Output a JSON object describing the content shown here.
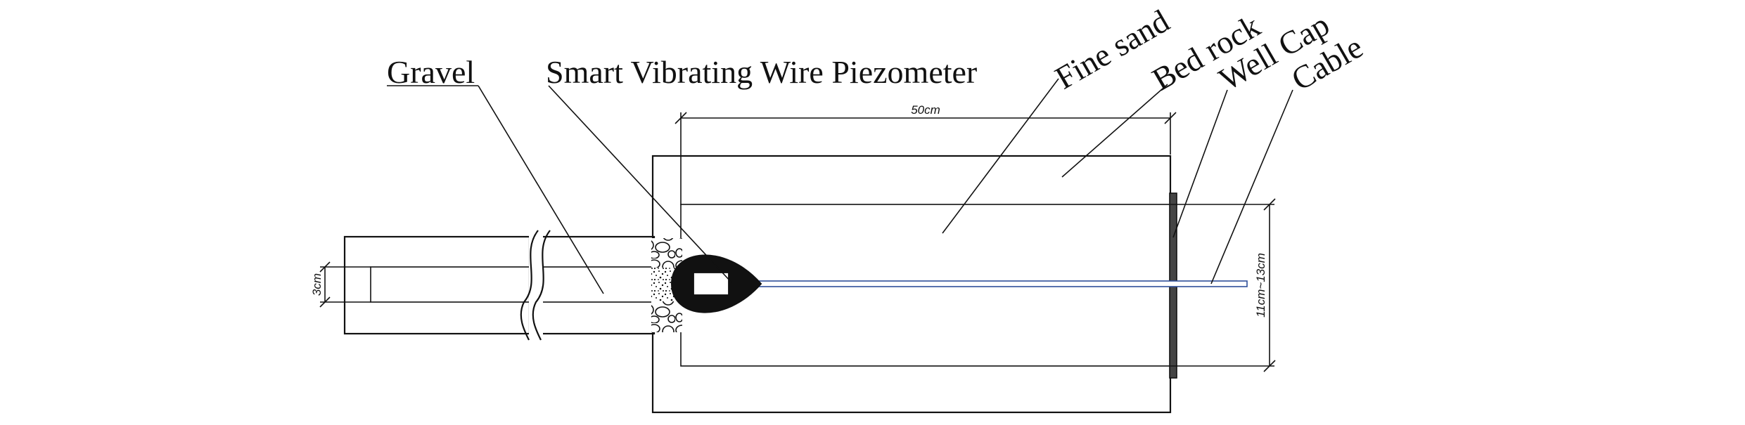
{
  "labels": {
    "gravel": "Gravel",
    "piezometer": "Smart Vibrating Wire Piezometer",
    "fine_sand": "Fine sand",
    "bed_rock": "Bed rock",
    "well_cap": "Well Cap",
    "cable": "Cable"
  },
  "dimensions": {
    "length": "50cm",
    "diameter": "11cm~13cm",
    "small_width": "3cm"
  },
  "colors": {
    "ink": "#111111",
    "cable": "#2f4f9a",
    "background": "#ffffff"
  }
}
